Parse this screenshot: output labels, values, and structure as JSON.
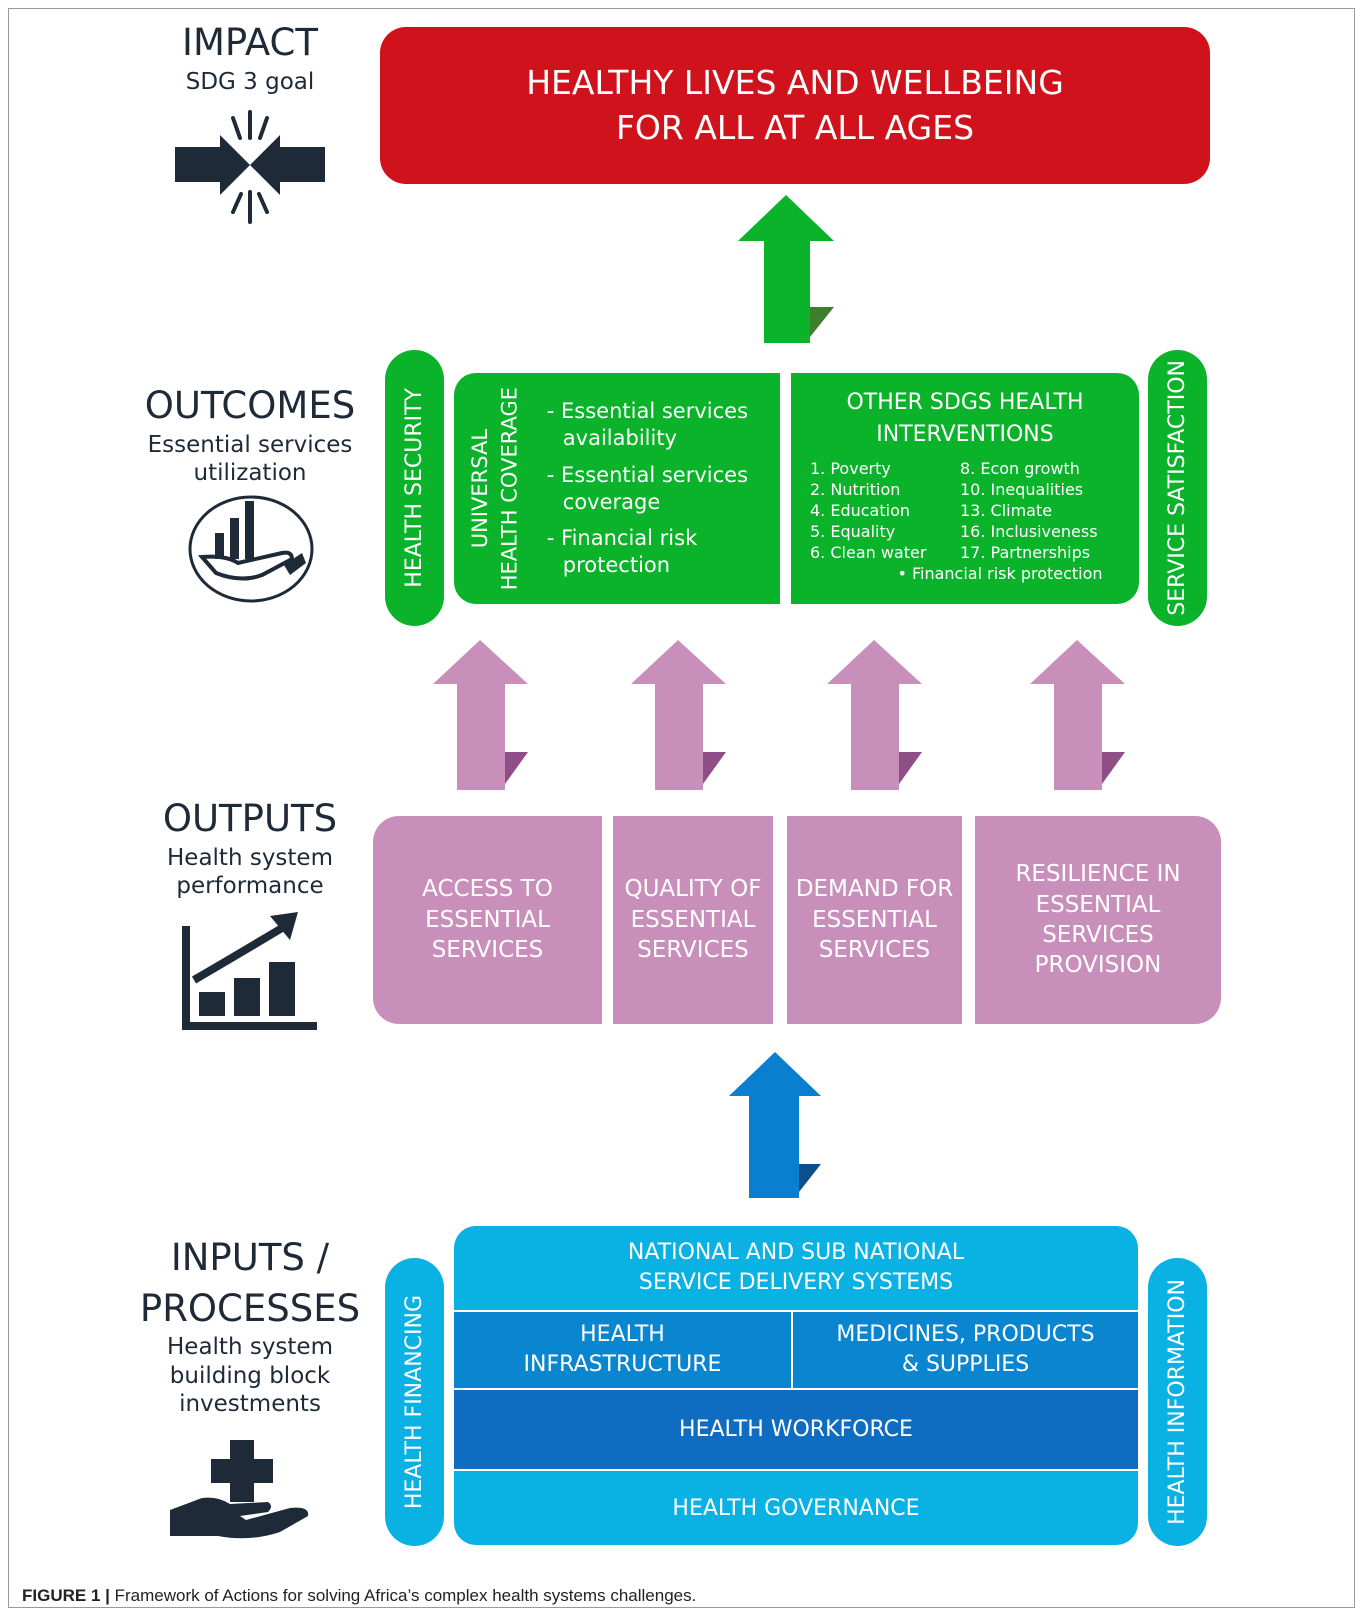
{
  "levels": {
    "impact": {
      "title": "IMPACT",
      "subtitle": "SDG 3 goal"
    },
    "outcomes": {
      "title": "OUTCOMES",
      "subtitle_1": "Essential services",
      "subtitle_2": "utilization"
    },
    "outputs": {
      "title": "OUTPUTS",
      "subtitle_1": "Health system",
      "subtitle_2": "performance"
    },
    "inputs": {
      "title_1": "INPUTS /",
      "title_2": "PROCESSES",
      "subtitle_1": "Health system",
      "subtitle_2": "building block",
      "subtitle_3": "investments"
    }
  },
  "impact_box": {
    "line_1": "HEALTHY LIVES AND WELLBEING",
    "line_2": "FOR ALL AT ALL AGES"
  },
  "outcomes_boxes": {
    "health_security": "HEALTH SECURITY",
    "uhc_1": "UNIVERSAL",
    "uhc_2": "HEALTH COVERAGE",
    "uhc_items": [
      "- Essential services",
      "availability",
      "- Essential services",
      "coverage",
      "- Financial risk",
      "protection"
    ],
    "other_title_1": "OTHER SDGS HEALTH",
    "other_title_2": "INTERVENTIONS",
    "sdgs": [
      "1. Poverty",
      "8. Econ growth",
      "2. Nutrition",
      "10. Inequalities",
      "4. Education",
      "13. Climate",
      "5. Equality",
      "16. Inclusiveness",
      "6. Clean water",
      "17. Partnerships"
    ],
    "sdg_extra": "• Financial risk protection",
    "service_satisfaction": "SERVICE SATISFACTION"
  },
  "outputs_boxes": {
    "access": [
      "ACCESS TO",
      "ESSENTIAL",
      "SERVICES"
    ],
    "quality": [
      "QUALITY OF",
      "ESSENTIAL",
      "SERVICES"
    ],
    "demand": [
      "DEMAND FOR",
      "ESSENTIAL",
      "SERVICES"
    ],
    "resilience": [
      "RESILIENCE IN",
      "ESSENTIAL",
      "SERVICES",
      "PROVISION"
    ]
  },
  "inputs_boxes": {
    "health_financing": "HEALTH FINANCING",
    "national_1": "NATIONAL AND SUB NATIONAL",
    "national_2": "SERVICE DELIVERY SYSTEMS",
    "infrastructure_1": "HEALTH",
    "infrastructure_2": "INFRASTRUCTURE",
    "medicines_1": "MEDICINES, PRODUCTS",
    "medicines_2": "& SUPPLIES",
    "workforce": "HEALTH WORKFORCE",
    "governance": "HEALTH GOVERNANCE",
    "health_information": "HEALTH INFORMATION"
  },
  "icons": {
    "impact": "impact-burst-icon",
    "outcomes": "hand-bar-chart-icon",
    "outputs": "growth-chart-icon",
    "inputs": "hand-cross-icon"
  },
  "colors": {
    "impact": "#d0121c",
    "outcomes": "#0bb32b",
    "outputs": "#c98fbb",
    "inputs_light": "#0ab2e4",
    "inputs_dark": "#0e6cc1",
    "arrow_blue": "#0a7fd0"
  },
  "caption": {
    "label": "FIGURE 1 |",
    "text": " Framework of Actions for solving Africa’s complex health systems challenges."
  }
}
